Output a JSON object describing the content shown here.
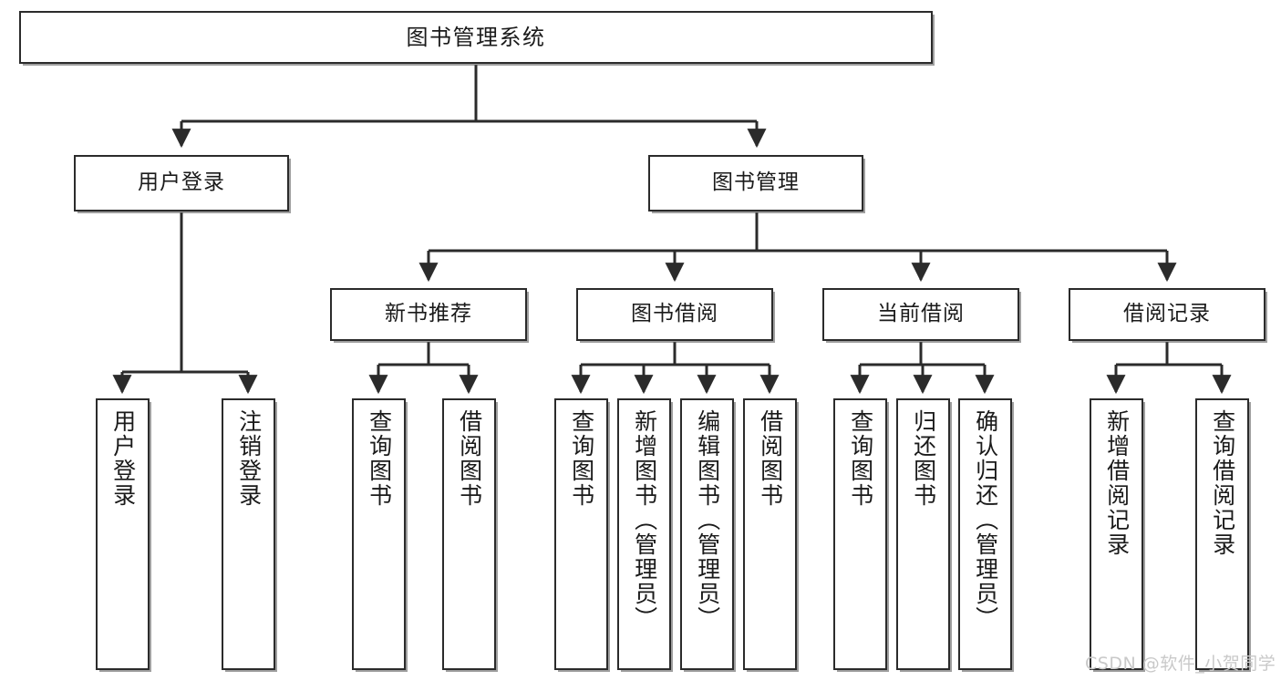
{
  "diagram": {
    "title_box": {
      "label": "图书管理系统"
    },
    "level2": [
      {
        "label": "用户登录"
      },
      {
        "label": "图书管理"
      }
    ],
    "level3": [
      {
        "label": "新书推荐"
      },
      {
        "label": "图书借阅"
      },
      {
        "label": "当前借阅"
      },
      {
        "label": "借阅记录"
      }
    ],
    "leaves": {
      "user_login": [
        {
          "label": "用户登录"
        },
        {
          "label": "注销登录"
        }
      ],
      "new_book_recommend": [
        {
          "label": "查询图书"
        },
        {
          "label": "借阅图书"
        }
      ],
      "book_borrow": [
        {
          "label": "查询图书"
        },
        {
          "label": "新增图书（管理员）"
        },
        {
          "label": "编辑图书（管理员）"
        },
        {
          "label": "借阅图书"
        }
      ],
      "current_borrow": [
        {
          "label": "查询图书"
        },
        {
          "label": "归还图书"
        },
        {
          "label": "确认归还（管理员）"
        }
      ],
      "borrow_record": [
        {
          "label": "新增借阅记录"
        },
        {
          "label": "查询借阅记录"
        }
      ]
    },
    "watermark": {
      "text": "CSDN @软件_小贺同学"
    },
    "colors": {
      "stroke": "#2b2b2b",
      "box_fill": "#ffffff",
      "text": "#1a1a1a",
      "watermark": "#c9c9c9"
    }
  }
}
